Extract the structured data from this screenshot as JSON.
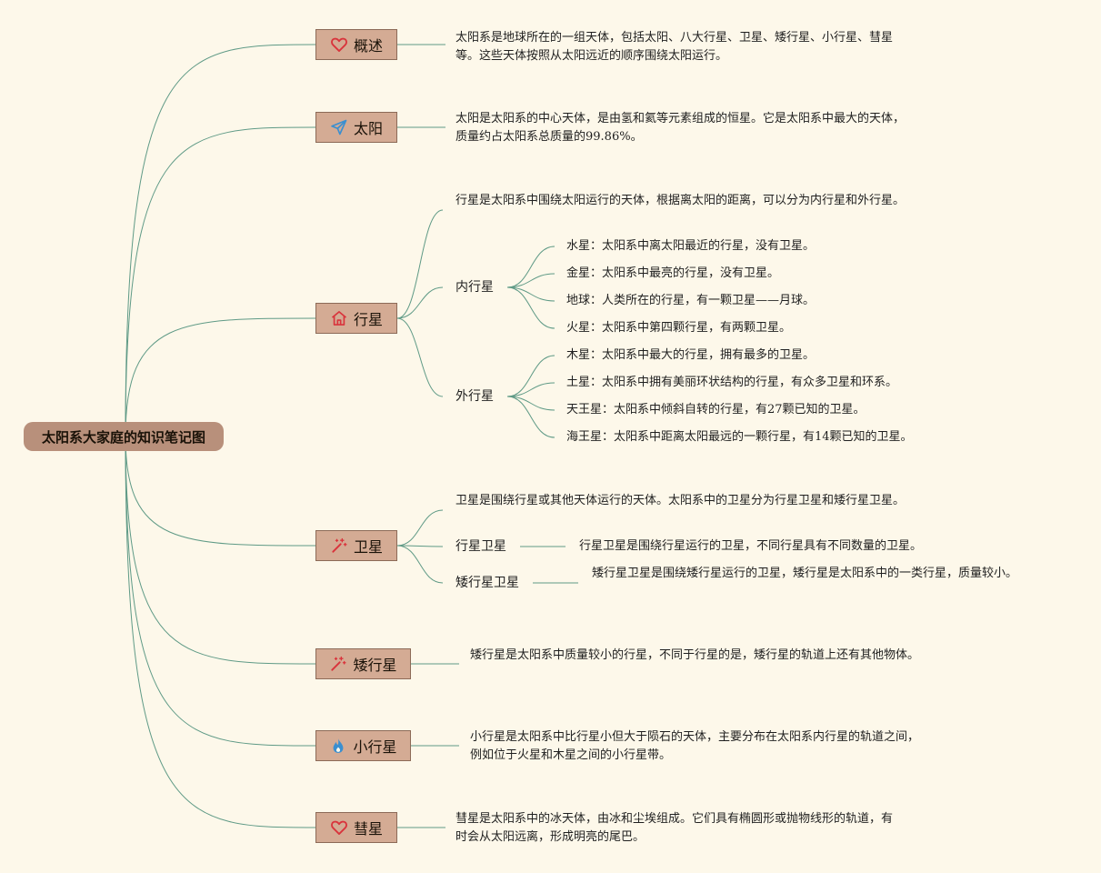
{
  "root": {
    "title": "太阳系大家庭的知识笔记图"
  },
  "branches": [
    {
      "label": "概述",
      "icon": "heart-icon",
      "note": "太阳系是地球所在的一组天体，包括太阳、八大行星、卫星、矮行星、小行星、彗星等。这些天体按照从太阳远近的顺序围绕太阳运行。"
    },
    {
      "label": "太阳",
      "icon": "paper-plane-icon",
      "note": "太阳是太阳系的中心天体，是由氢和氦等元素组成的恒星。它是太阳系中最大的天体，质量约占太阳系总质量的99.86%。"
    },
    {
      "label": "行星",
      "icon": "home-icon",
      "note": "行星是太阳系中围绕太阳运行的天体，根据离太阳的距离，可以分为内行星和外行星。",
      "subs": [
        {
          "label": "内行星",
          "items": [
            "水星：太阳系中离太阳最近的行星，没有卫星。",
            "金星：太阳系中最亮的行星，没有卫星。",
            "地球：人类所在的行星，有一颗卫星——月球。",
            "火星：太阳系中第四颗行星，有两颗卫星。"
          ]
        },
        {
          "label": "外行星",
          "items": [
            "木星：太阳系中最大的行星，拥有最多的卫星。",
            "土星：太阳系中拥有美丽环状结构的行星，有众多卫星和环系。",
            "天王星：太阳系中倾斜自转的行星，有27颗已知的卫星。",
            "海王星：太阳系中距离太阳最远的一颗行星，有14颗已知的卫星。"
          ]
        }
      ]
    },
    {
      "label": "卫星",
      "icon": "magic-wand-icon",
      "note": "卫星是围绕行星或其他天体运行的天体。太阳系中的卫星分为行星卫星和矮行星卫星。",
      "subs": [
        {
          "label": "行星卫星",
          "detail": "行星卫星是围绕行星运行的卫星，不同行星具有不同数量的卫星。"
        },
        {
          "label": "矮行星卫星",
          "detail": "矮行星卫星是围绕矮行星运行的卫星，矮行星是太阳系中的一类行星，质量较小。"
        }
      ]
    },
    {
      "label": "矮行星",
      "icon": "magic-wand-icon",
      "note": "矮行星是太阳系中质量较小的行星，不同于行星的是，矮行星的轨道上还有其他物体。"
    },
    {
      "label": "小行星",
      "icon": "flame-icon",
      "note": "小行星是太阳系中比行星小但大于陨石的天体，主要分布在太阳系内行星的轨道之间，例如位于火星和木星之间的小行星带。"
    },
    {
      "label": "彗星",
      "icon": "heart-icon",
      "note": "彗星是太阳系中的冰天体，由冰和尘埃组成。它们具有椭圆形或抛物线形的轨道，有时会从太阳远离，形成明亮的尾巴。"
    }
  ],
  "colors": {
    "background": "#fdf8ea",
    "root_fill": "#b8907b",
    "branch_fill": "#d4ab94",
    "branch_border": "#8c6a57",
    "connector": "#5f9a86",
    "icon_red": "#d9343c",
    "icon_blue": "#3a8fd0"
  }
}
